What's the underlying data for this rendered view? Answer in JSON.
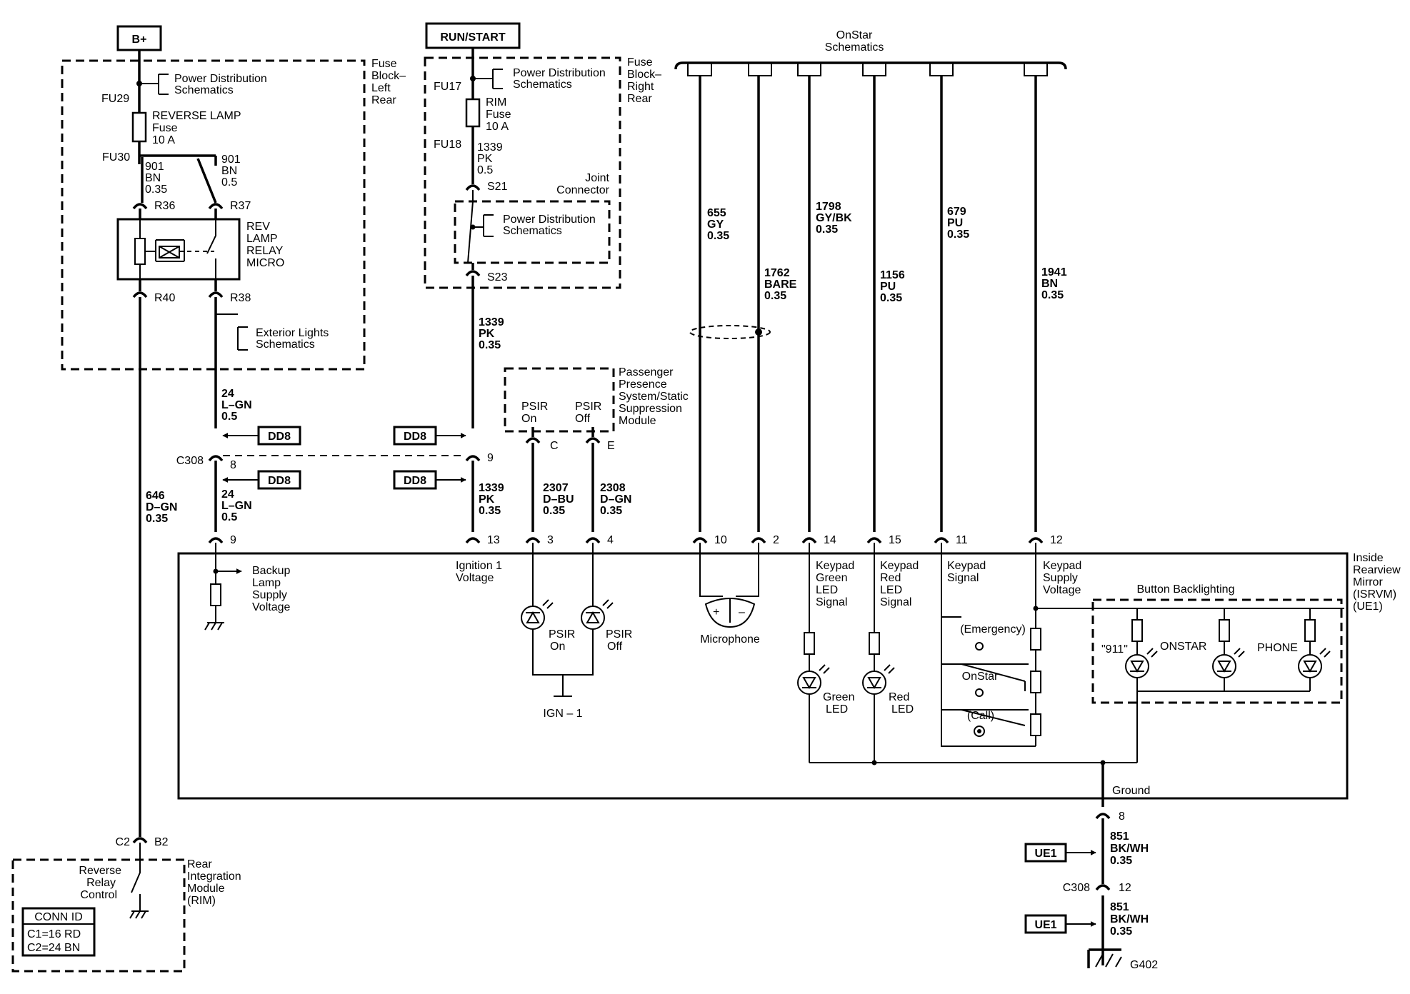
{
  "power": {
    "bplus": "B+",
    "run_start": "RUN/START"
  },
  "onstar": {
    "line1": "OnStar",
    "line2": "Schematics"
  },
  "fuse_left": {
    "title": [
      "Fuse",
      "Block–",
      "Left",
      "Rear"
    ],
    "pds": [
      "Power Distribution",
      "Schematics"
    ],
    "fu29": "FU29",
    "fuse": [
      "REVERSE LAMP",
      "Fuse",
      "10 A"
    ],
    "fu30": "FU30",
    "wire_a": [
      "901",
      "BN",
      "0.35"
    ],
    "wire_b": [
      "901",
      "BN",
      "0.5"
    ],
    "r36": "R36",
    "r37": "R37",
    "r40": "R40",
    "r38": "R38",
    "relay": [
      "REV",
      "LAMP",
      "RELAY",
      "MICRO"
    ],
    "ext": [
      "Exterior Lights",
      "Schematics"
    ]
  },
  "fuse_right": {
    "title": [
      "Fuse",
      "Block–",
      "Right",
      "Rear"
    ],
    "pds": [
      "Power Distribution",
      "Schematics"
    ],
    "fu17": "FU17",
    "fuse": [
      "RIM",
      "Fuse",
      "10 A"
    ],
    "fu18": "FU18",
    "wire": [
      "1339",
      "PK",
      "0.5"
    ],
    "s21": "S21",
    "joint": [
      "Joint",
      "Connector"
    ],
    "pds2": [
      "Power Distribution",
      "Schematics"
    ],
    "s23": "S23"
  },
  "wires": {
    "w1339": [
      "1339",
      "PK",
      "0.35"
    ],
    "w24a": [
      "24",
      "L–GN",
      "0.5"
    ],
    "w24b": [
      "24",
      "L–GN",
      "0.5"
    ],
    "w1339b": [
      "1339",
      "PK",
      "0.35"
    ],
    "w646": [
      "646",
      "D–GN",
      "0.35"
    ],
    "w2307": [
      "2307",
      "D–BU",
      "0.35"
    ],
    "w2308": [
      "2308",
      "D–GN",
      "0.35"
    ],
    "w655": [
      "655",
      "GY",
      "0.35"
    ],
    "w1762": [
      "1762",
      "BARE",
      "0.35"
    ],
    "w1798": [
      "1798",
      "GY/BK",
      "0.35"
    ],
    "w1156": [
      "1156",
      "PU",
      "0.35"
    ],
    "w679": [
      "679",
      "PU",
      "0.35"
    ],
    "w1941": [
      "1941",
      "BN",
      "0.35"
    ],
    "w851a": [
      "851",
      "BK/WH",
      "0.35"
    ],
    "w851b": [
      "851",
      "BK/WH",
      "0.35"
    ]
  },
  "refs": {
    "dd8": "DD8",
    "ue1": "UE1"
  },
  "connector": {
    "c308": "C308",
    "pin8": "8",
    "pin9": "9",
    "c308b": "C308",
    "pin12": "12"
  },
  "psir": {
    "module": [
      "Passenger",
      "Presence",
      "System/Static",
      "Suppression",
      "Module"
    ],
    "on": [
      "PSIR",
      "On"
    ],
    "off": [
      "PSIR",
      "Off"
    ],
    "pin_c": "C",
    "pin_e": "E",
    "led_on": [
      "PSIR",
      "On"
    ],
    "led_off": [
      "PSIR",
      "Off"
    ],
    "ign": "IGN – 1"
  },
  "mirror": {
    "title": [
      "Inside",
      "Rearview",
      "Mirror",
      "(ISRVM)",
      "(UE1)"
    ],
    "pins": [
      "9",
      "13",
      "3",
      "4",
      "10",
      "2",
      "14",
      "15",
      "11",
      "12"
    ],
    "backup": [
      "Backup",
      "Lamp",
      "Supply",
      "Voltage"
    ],
    "ign": [
      "Ignition 1",
      "Voltage"
    ],
    "mic": "Microphone",
    "green": [
      "Keypad",
      "Green",
      "LED",
      "Signal"
    ],
    "red": [
      "Keypad",
      "Red",
      "LED",
      "Signal"
    ],
    "kp_sig": [
      "Keypad",
      "Signal"
    ],
    "kp_sup": [
      "Keypad",
      "Supply",
      "Voltage"
    ],
    "green_led": [
      "Green",
      "LED"
    ],
    "red_led": [
      "Red",
      "LED"
    ],
    "emergency": "(Emergency)",
    "onstar_btn": "OnStar",
    "call": "(Call)",
    "backlight": "Button Backlighting",
    "b911": "\"911\"",
    "bonstar": "ONSTAR",
    "bphone": "PHONE",
    "ground": "Ground"
  },
  "ground": {
    "pin8": "8",
    "g402": "G402"
  },
  "rim": {
    "c2": "C2",
    "b2": "B2",
    "relay": [
      "Reverse",
      "Relay",
      "Control"
    ],
    "title": [
      "Rear",
      "Integration",
      "Module",
      "(RIM)"
    ],
    "conn_id": "CONN ID",
    "c1": "C1=16 RD",
    "c2v": "C2=24 BN"
  }
}
